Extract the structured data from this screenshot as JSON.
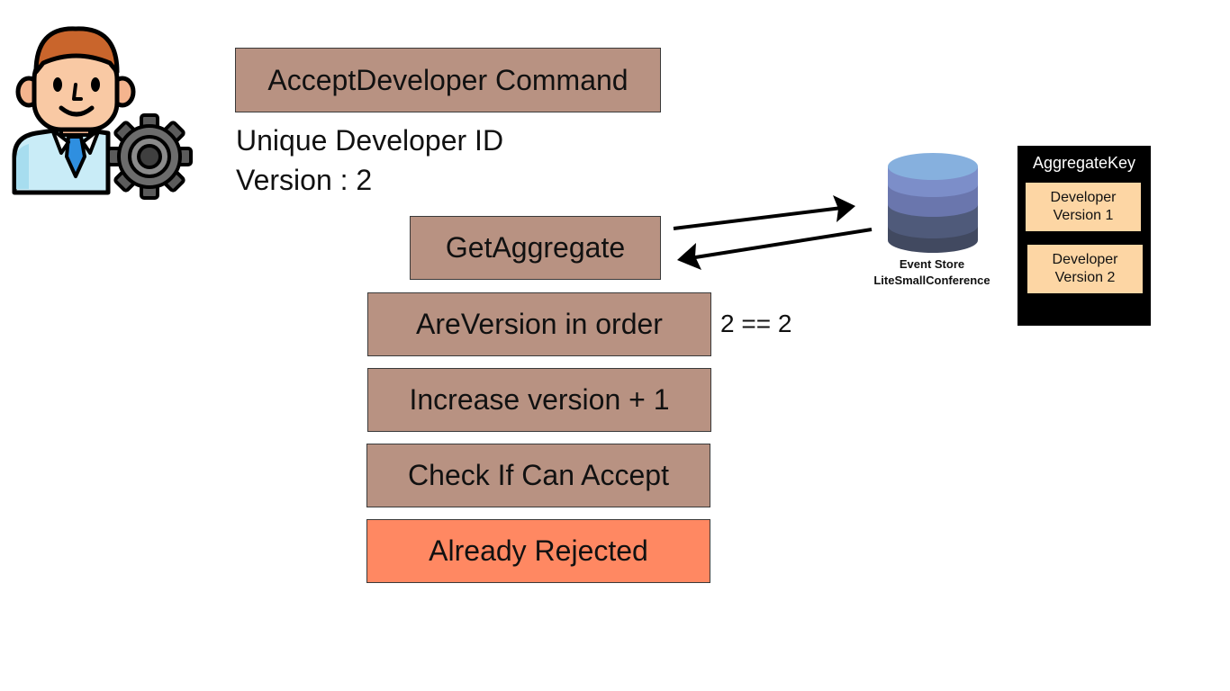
{
  "colors": {
    "step_box": "#b89282",
    "rejected_box": "#ff8862",
    "aggregate_entry": "#fdd6a4",
    "panel": "#000000"
  },
  "icons": {
    "avatar": "developer-avatar-with-gear-icon",
    "database": "database-cylinder-icon"
  },
  "command": {
    "title": "AcceptDeveloper Command",
    "id_label": "Unique Developer ID",
    "version_label": "Version : 2"
  },
  "steps": {
    "get_aggregate": "GetAggregate",
    "are_version": "AreVersion in order",
    "increase_version": "Increase version + 1",
    "check_accept": "Check If Can Accept",
    "rejected": "Already Rejected"
  },
  "comparison": "2 == 2",
  "event_store": {
    "line1": "Event Store",
    "line2": "LiteSmallConference"
  },
  "aggregate_key": {
    "title": "AggregateKey",
    "entries": [
      {
        "line1": "Developer",
        "line2": "Version 1"
      },
      {
        "line1": "Developer",
        "line2": "Version 2"
      }
    ]
  }
}
